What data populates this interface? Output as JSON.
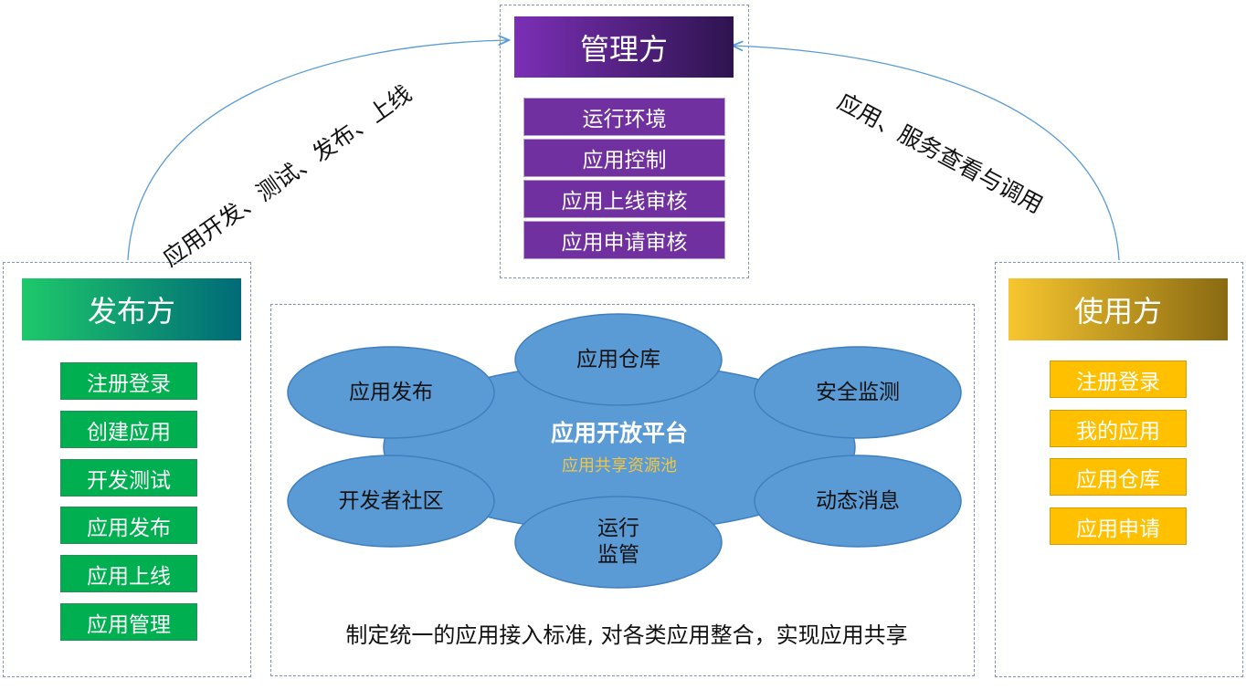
{
  "manager": {
    "title": "管理方",
    "items": [
      "运行环境",
      "应用控制",
      "应用上线审核",
      "应用申请审核"
    ]
  },
  "publisher": {
    "title": "发布方",
    "items": [
      "注册登录",
      "创建应用",
      "开发测试",
      "应用发布",
      "应用上线",
      "应用管理"
    ]
  },
  "user": {
    "title": "使用方",
    "items": [
      "注册登录",
      "我的应用",
      "应用仓库",
      "应用申请"
    ]
  },
  "arrows": {
    "left_label": "应用开发、测试、发布、上线",
    "right_label": "应用、服务查看与调用"
  },
  "platform": {
    "title": "应用开放平台",
    "subtitle": "应用共享资源池",
    "modules": {
      "app_publish": "应用发布",
      "app_warehouse": "应用仓库",
      "security_monitor": "安全监测",
      "dev_community": "开发者社区",
      "run_supervise": "运行\n监管",
      "dynamic_news": "动态消息"
    },
    "footer": "制定统一的应用接入标准, 对各类应用整合，实现应用共享"
  },
  "colors": {
    "manager": "#7030a0",
    "publisher": "#00b050",
    "user": "#ffc000",
    "ellipse": "#5b9bd5",
    "subtitle": "#f5c542"
  }
}
